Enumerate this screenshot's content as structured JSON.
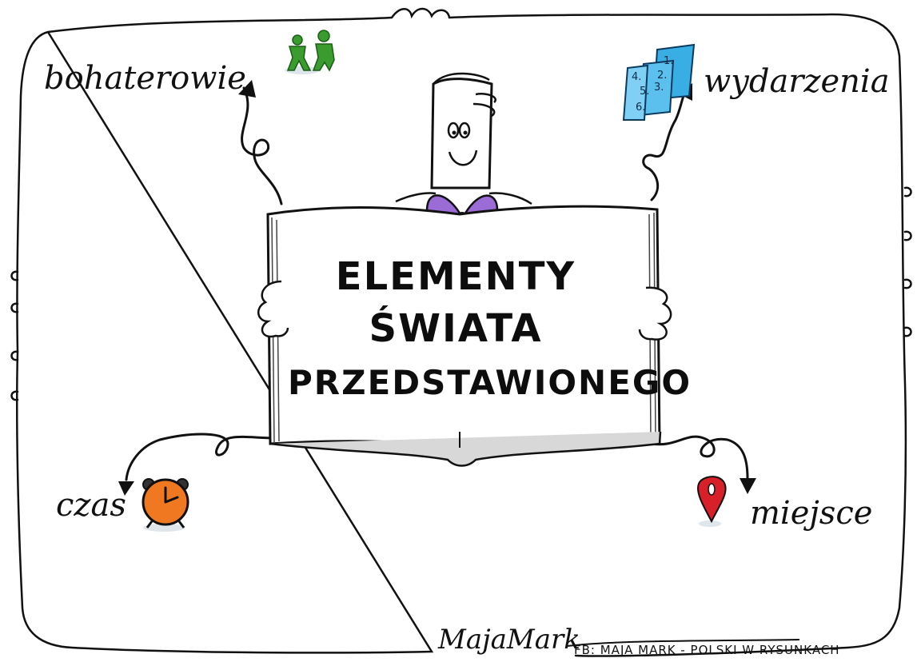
{
  "title_lines": [
    "ELEMENTY",
    "ŚWIATA",
    "PRZEDSTAWIONEGO"
  ],
  "branches": {
    "characters": "bohaterowie",
    "events": "wydarzenia",
    "time": "czas",
    "place": "miejsce"
  },
  "event_list_numbers": [
    "1.",
    "2.",
    "3.",
    "4.",
    "5.",
    "6."
  ],
  "signature": "MajaMark",
  "credit": "FB: MAJA MARK - POLSKI W RYSUNKACH",
  "icons": {
    "characters": "two-people-icon",
    "events": "numbered-pages-icon",
    "time": "alarm-clock-icon",
    "place": "map-pin-icon",
    "center": "open-book-character"
  },
  "colors": {
    "people": "#3a9b2e",
    "pages": "#39aee5",
    "clock": "#f07820",
    "pin": "#d8202a",
    "bowtie": "#9b6bd6",
    "ink": "#111111"
  }
}
